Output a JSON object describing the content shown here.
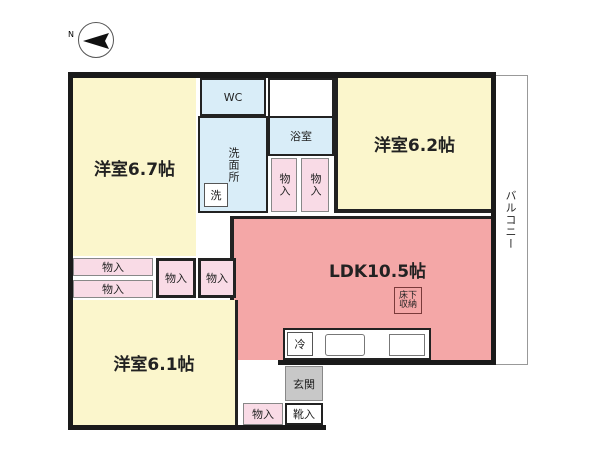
{
  "compass": {
    "label": "N"
  },
  "rooms": {
    "western_a": "洋室6.7帖",
    "western_b": "洋室6.2帖",
    "western_c": "洋室6.1帖",
    "ldk": "LDK10.5帖",
    "wc": "WC",
    "bath": "浴室",
    "washroom": "洗面所",
    "washer": "洗",
    "entrance": "玄関",
    "balcony": "バルコニー",
    "underfloor": "床下収納",
    "fridge": "冷",
    "closet": "物入",
    "shoe": "靴入"
  },
  "colors": {
    "bedroom": "#fbf6cc",
    "wet": "#d9edf8",
    "ldk": "#f4a7a7",
    "closet": "#f9dbe6"
  }
}
